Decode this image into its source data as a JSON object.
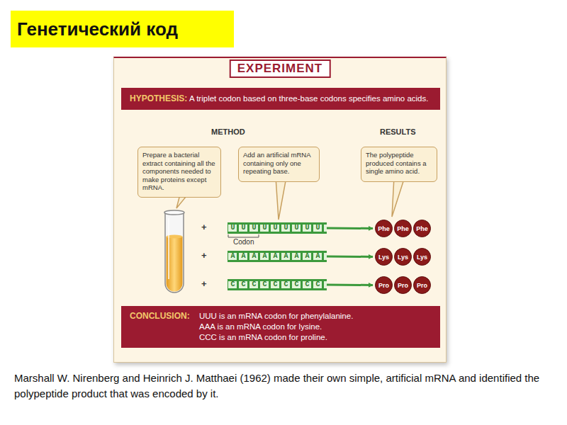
{
  "diagram": {
    "title": "Генетический код",
    "caption": "Marshall W. Nirenberg and Heinrich J. Matthaei (1962) made their own simple, artificial mRNA and identified the polypeptide product that was encoded by it.",
    "nodes": [
      {
        "text": [
          "EXPERIMENT"
        ]
      },
      {
        "text": [
          "HYPOTHESIS:",
          "A triplet codon based on three-base codons specifies amino acids."
        ],
        "in": 0
      },
      {
        "text": [
          "Prepare a bacterial extract containing all the components needed to make proteins except mRNA."
        ],
        "in": 0
      },
      {
        "text": [
          "Add an artificial mRNA containing only one repeating base."
        ],
        "in": 0
      },
      {
        "text": [
          "The polypeptide produced contains a single amino acid."
        ],
        "in": 0
      },
      {
        "text": [
          "UUUUUUUUU"
        ],
        "in": 0
      },
      {
        "text": [
          "AAAAAAAAA"
        ],
        "in": 0
      },
      {
        "text": [
          "CCCCCCCCC"
        ],
        "in": 0
      },
      {
        "text": [
          "Phe"
        ],
        "in": 0
      },
      {
        "text": [
          "Phe"
        ],
        "in": 0
      },
      {
        "text": [
          "Phe"
        ],
        "in": 0
      },
      {
        "text": [
          "Lys"
        ],
        "in": 0
      },
      {
        "text": [
          "Lys"
        ],
        "in": 0
      },
      {
        "text": [
          "Lys"
        ],
        "in": 0
      },
      {
        "text": [
          "Pro"
        ],
        "in": 0
      },
      {
        "text": [
          "Pro"
        ],
        "in": 0
      },
      {
        "text": [
          "Pro"
        ],
        "in": 0
      },
      {
        "text": [
          "CONCLUSION:",
          "UUU is an mRNA codon for phenylalanine.",
          "AAA is an mRNA codon for lysine.",
          "CCC is an mRNA codon for proline."
        ],
        "in": 0
      }
    ],
    "edges": [
      {
        "from": 5,
        "to": 8,
        "arrow": "to"
      },
      {
        "from": 6,
        "to": 11,
        "arrow": "to"
      },
      {
        "from": 7,
        "to": 14,
        "arrow": "to"
      }
    ],
    "labels": [
      "METHOD",
      "RESULTS",
      "+",
      "+",
      "+",
      "Codon"
    ]
  }
}
